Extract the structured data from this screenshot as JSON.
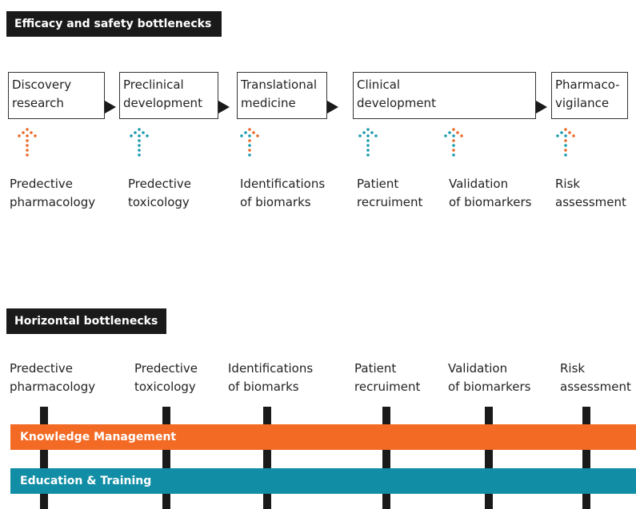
{
  "sections": {
    "efficacy_title": "Efficacy and safety bottlenecks",
    "horizontal_title": "Horizontal bottlenecks"
  },
  "stages": [
    {
      "label": "Discovery\nresearch"
    },
    {
      "label": "Preclinical\ndevelopment"
    },
    {
      "label": "Translational\nmedicine"
    },
    {
      "label": "Clinical\ndevelopment"
    },
    {
      "label": "Pharmaco-\nvigilance"
    }
  ],
  "bottlenecks": [
    {
      "label": "Predective\npharmacology",
      "icon": "orange-dots-arrow-icon",
      "color": "#e8692a"
    },
    {
      "label": "Predective\ntoxicology",
      "icon": "teal-dots-arrow-icon",
      "color": "#1a9aae"
    },
    {
      "label": "Identifications\nof biomarks",
      "icon": "mixed-dots-arrow-icon",
      "color": "#e8692a"
    },
    {
      "label": "Patient\nrecruiment",
      "icon": "teal-dots-arrow-icon",
      "color": "#1a9aae"
    },
    {
      "label": "Validation\nof biomarkers",
      "icon": "mixed-dots-arrow-icon",
      "color": "#e8692a"
    },
    {
      "label": "Risk\nassessment",
      "icon": "mixed-dots-arrow-icon",
      "color": "#e8692a"
    }
  ],
  "horizontal": {
    "labels": [
      "Predective\npharmacology",
      "Predective\ntoxicology",
      "Identifications\nof biomarks",
      "Patient\nrecruiment",
      "Validation\nof biomarkers",
      "Risk\nassessment"
    ],
    "bands": [
      {
        "label": "Knowledge Management",
        "color": "#f26a24"
      },
      {
        "label": "Education & Training",
        "color": "#118ea6"
      }
    ]
  },
  "colors": {
    "orange": "#e8692a",
    "teal": "#1a9aae",
    "dark": "#1a1a1a"
  }
}
